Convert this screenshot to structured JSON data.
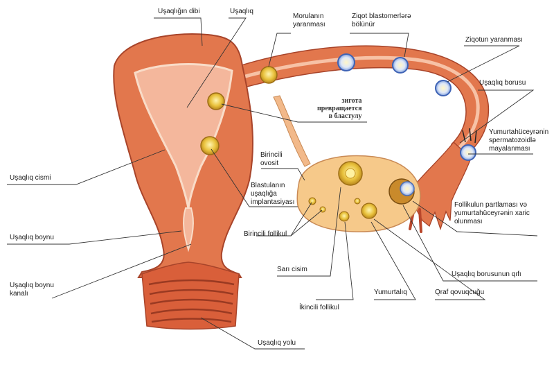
{
  "colors": {
    "tissue": "#e2774d",
    "tissue_dark": "#b9472b",
    "tissue_light": "#f7c2a6",
    "cavity": "#f4b79c",
    "ovary": "#f6c98a",
    "follicle": "#f0c64a",
    "zygote_blue": "#6b8fd6",
    "leader": "#333333"
  },
  "labels": {
    "fundus": "Uşaqlığın dibi",
    "uterus": "Uşaqlıq",
    "morula": "Morulanın\nyaranması",
    "zygote_division": "Ziqot blastomerlərə\nbölünür",
    "zygote_formation": "Ziqotun yaranması",
    "tube": "Uşaqlıq borusu",
    "fertilization": "Yumurtahüceyrənin\nspermatozoidlə\nmayalanması",
    "body": "Uşaqlıq cismi",
    "blastocyst_ru": "зигота\nпревращается\nв бластулу",
    "primary_oocyte": "Birincili\novosit",
    "implantation": "Blastulanın\nuşaqlığa\nimplantasiyası",
    "follicle_rupture": "Follikulun partlaması və\nyumurtahüceyrənin xaric\nolunması",
    "cervix": "Uşaqlıq boynu",
    "primary_follicle": "Birincili follikul",
    "corpus_luteum": "Sarı cisim",
    "infundibulum": "Uşaqlıq borusunun qıfı",
    "cervical_canal": "Uşaqlıq boynu\nkanalı",
    "ovary": "Yumurtalıq",
    "graafian": "Qraf qovuqcuğu",
    "secondary_follicle": "İkincili follikul",
    "vagina": "Uşaqlıq yolu"
  }
}
